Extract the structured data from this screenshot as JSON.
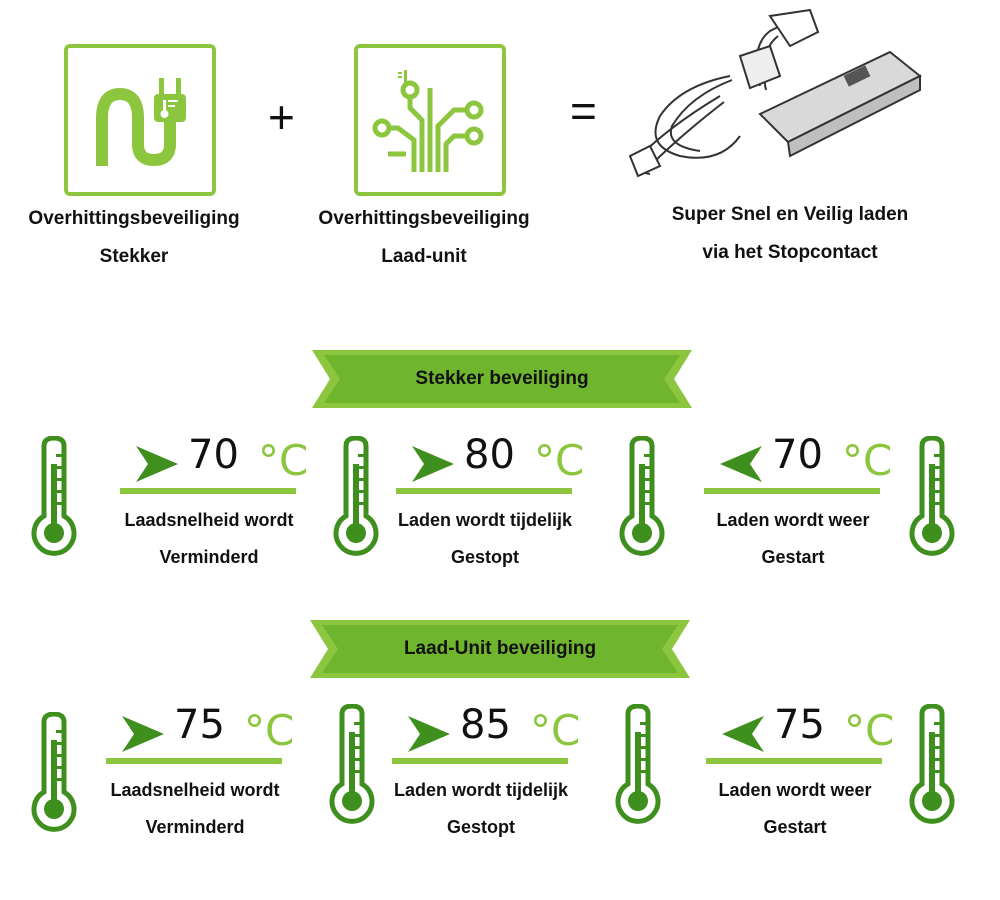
{
  "top": {
    "items": [
      {
        "line1": "Overhittingsbeveiliging",
        "line2": "Stekker"
      },
      {
        "line1": "Overhittingsbeveiliging",
        "line2": "Laad-unit"
      },
      {
        "line1": "Super Snel en Veilig laden",
        "line2": "via het Stopcontact"
      }
    ],
    "plus": "+",
    "equals": "="
  },
  "colors": {
    "accent": "#8cc63f",
    "dark_green": "#3a8a1e",
    "banner": "#7cc243"
  },
  "sections": [
    {
      "title": "Stekker beveiliging",
      "rules": [
        {
          "op": ">",
          "value": "70",
          "unit": "°C",
          "line1": "Laadsnelheid wordt",
          "line2": "Verminderd"
        },
        {
          "op": ">",
          "value": "80",
          "unit": "°C",
          "line1": "Laden wordt tijdelijk",
          "line2": "Gestopt"
        },
        {
          "op": "<",
          "value": "70",
          "unit": "°C",
          "line1": "Laden wordt weer",
          "line2": "Gestart"
        }
      ]
    },
    {
      "title": "Laad-Unit beveiliging",
      "rules": [
        {
          "op": ">",
          "value": "75",
          "unit": "°C",
          "line1": "Laadsnelheid wordt",
          "line2": "Verminderd"
        },
        {
          "op": ">",
          "value": "85",
          "unit": "°C",
          "line1": "Laden wordt tijdelijk",
          "line2": "Gestopt"
        },
        {
          "op": "<",
          "value": "75",
          "unit": "°C",
          "line1": "Laden wordt weer",
          "line2": "Gestart"
        }
      ]
    }
  ]
}
